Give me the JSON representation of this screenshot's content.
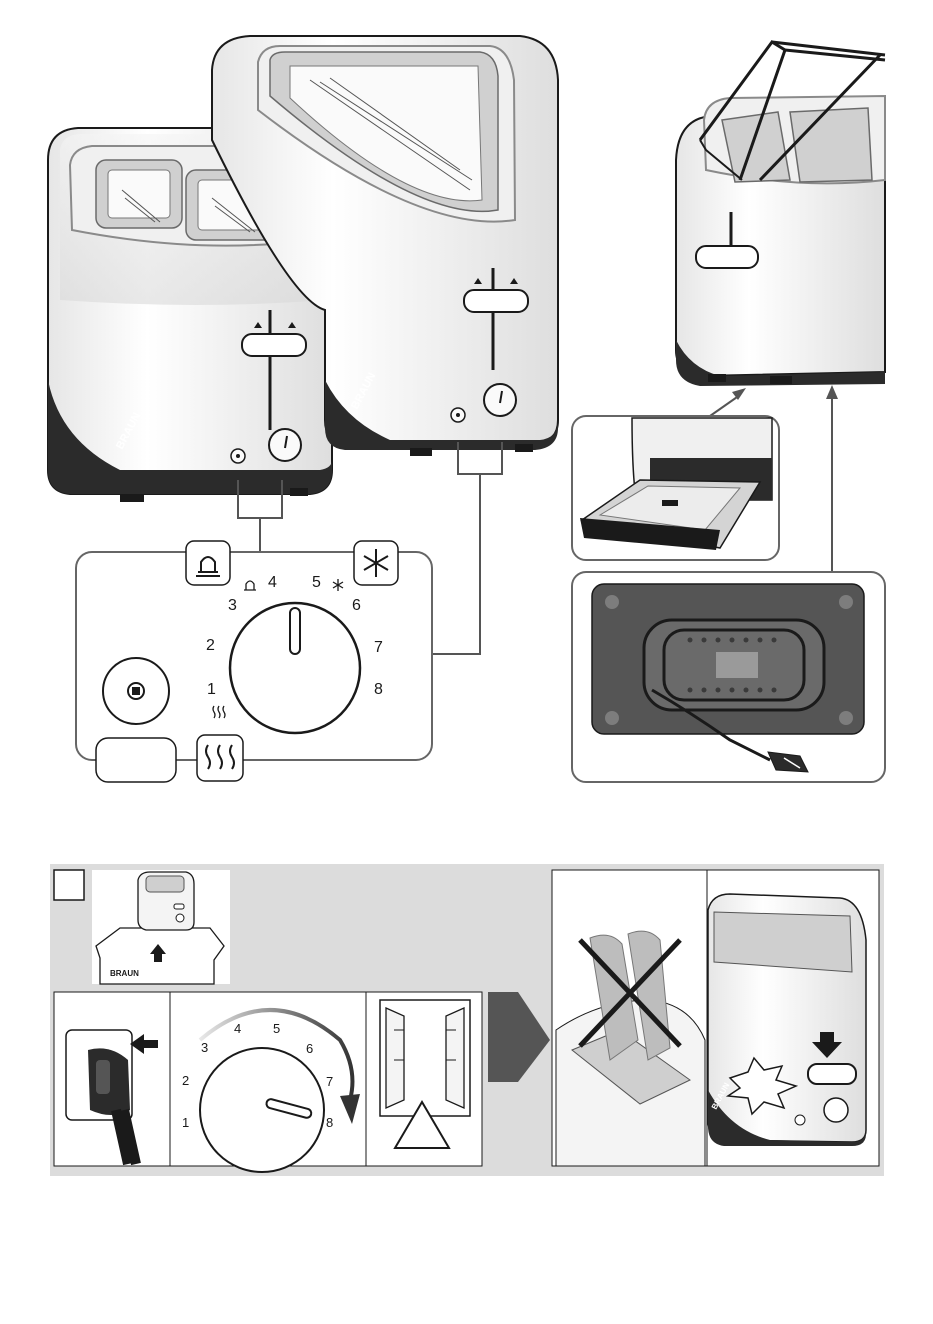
{
  "brand": "BRAUN",
  "dial": {
    "numbers": [
      "1",
      "2",
      "3",
      "4",
      "5",
      "6",
      "7",
      "8"
    ]
  },
  "icons": {
    "bun_warm": "bun-warming-icon",
    "defrost": "snowflake-icon",
    "reheat": "heat-waves-icon",
    "cancel": "stop-button-icon",
    "caution": "warning-triangle-icon"
  },
  "colors": {
    "body": "#ffffff",
    "base": "#2b2b2b",
    "outline": "#1a1a1a",
    "panel_bg": "#dcdcdc",
    "gray_fill": "#9a9a9a",
    "dark_fill": "#555555",
    "slot_ring": "#8a8a8a"
  }
}
